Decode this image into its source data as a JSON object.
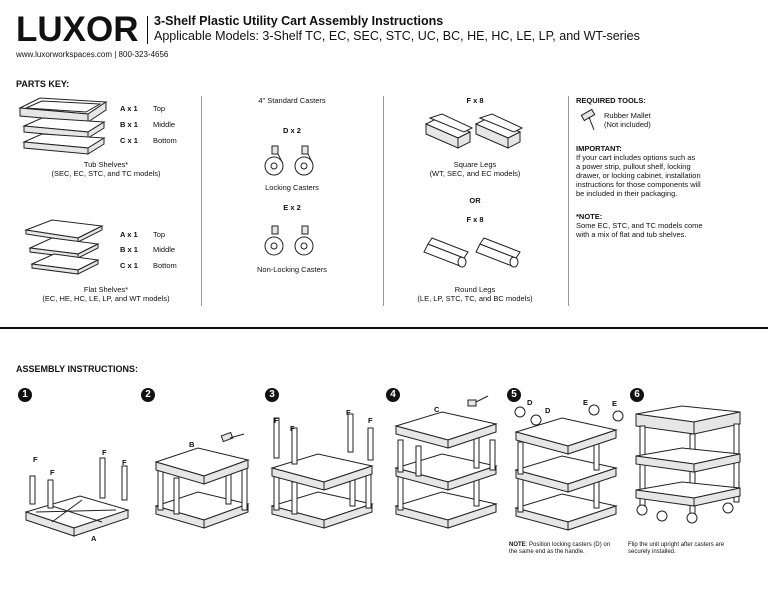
{
  "header": {
    "brand": "LUXOR",
    "title": "3-Shelf Plastic Utility Cart Assembly Instructions",
    "subtitle": "Applicable Models: 3-Shelf  TC, EC, SEC, STC, UC, BC, HE, HC, LE, LP, and WT-series",
    "contact": "www.luxorworkspaces.com  |  800-323-4656"
  },
  "parts": {
    "heading": "PARTS KEY:",
    "tub": {
      "qty": [
        "A x 1",
        "B x 1",
        "C x 1"
      ],
      "pos": [
        "Top",
        "Middle",
        "Bottom"
      ],
      "caption1": "Tub Shelves*",
      "caption2": "(SEC, EC, STC, and TC models)"
    },
    "flat": {
      "qty": [
        "A x 1",
        "B x 1",
        "C x 1"
      ],
      "pos": [
        "Top",
        "Middle",
        "Bottom"
      ],
      "caption1": "Flat Shelves*",
      "caption2": "(EC, HE, HC, LE, LP, and WT models)"
    },
    "casters": {
      "title": "4\" Standard Casters",
      "d_qty": "D x 2",
      "locking": "Locking Casters",
      "e_qty": "E x 2",
      "nonlocking": "Non-Locking Casters"
    },
    "legs": {
      "f_qty1": "F x 8",
      "square": "Square Legs",
      "square_models": "(WT, SEC, and EC models)",
      "or": "OR",
      "f_qty2": "F x 8",
      "round": "Round Legs",
      "round_models": "(LE, LP, STC, TC, and BC models)"
    },
    "tools": {
      "heading": "REQUIRED TOOLS:",
      "mallet": "Rubber Mallet",
      "mallet_note": "(Not included)",
      "important_heading": "IMPORTANT:",
      "important_lines": [
        "If your cart includes options such as",
        "a power strip, pullout shelf, locking",
        "drawer, or locking cabinet, installation",
        "instructions for those components will",
        "be included in their packaging."
      ],
      "note_heading": "*NOTE:",
      "note_lines": [
        "Some EC, STC, and TC models come",
        "with a mix of flat and tub shelves."
      ]
    }
  },
  "assembly": {
    "heading": "ASSEMBLY INSTRUCTIONS:",
    "steps": [
      "1",
      "2",
      "3",
      "4",
      "5",
      "6"
    ],
    "labels": {
      "F": "F",
      "A": "A",
      "B": "B",
      "C": "C",
      "D": "D",
      "E": "E"
    },
    "note5_bold": "NOTE",
    "note5_line1": ": Position locking casters (D) on",
    "note5_line2": "the same end as the handle.",
    "note6_line1": "Flip the unit upright after casters are",
    "note6_line2": "securely installed."
  }
}
